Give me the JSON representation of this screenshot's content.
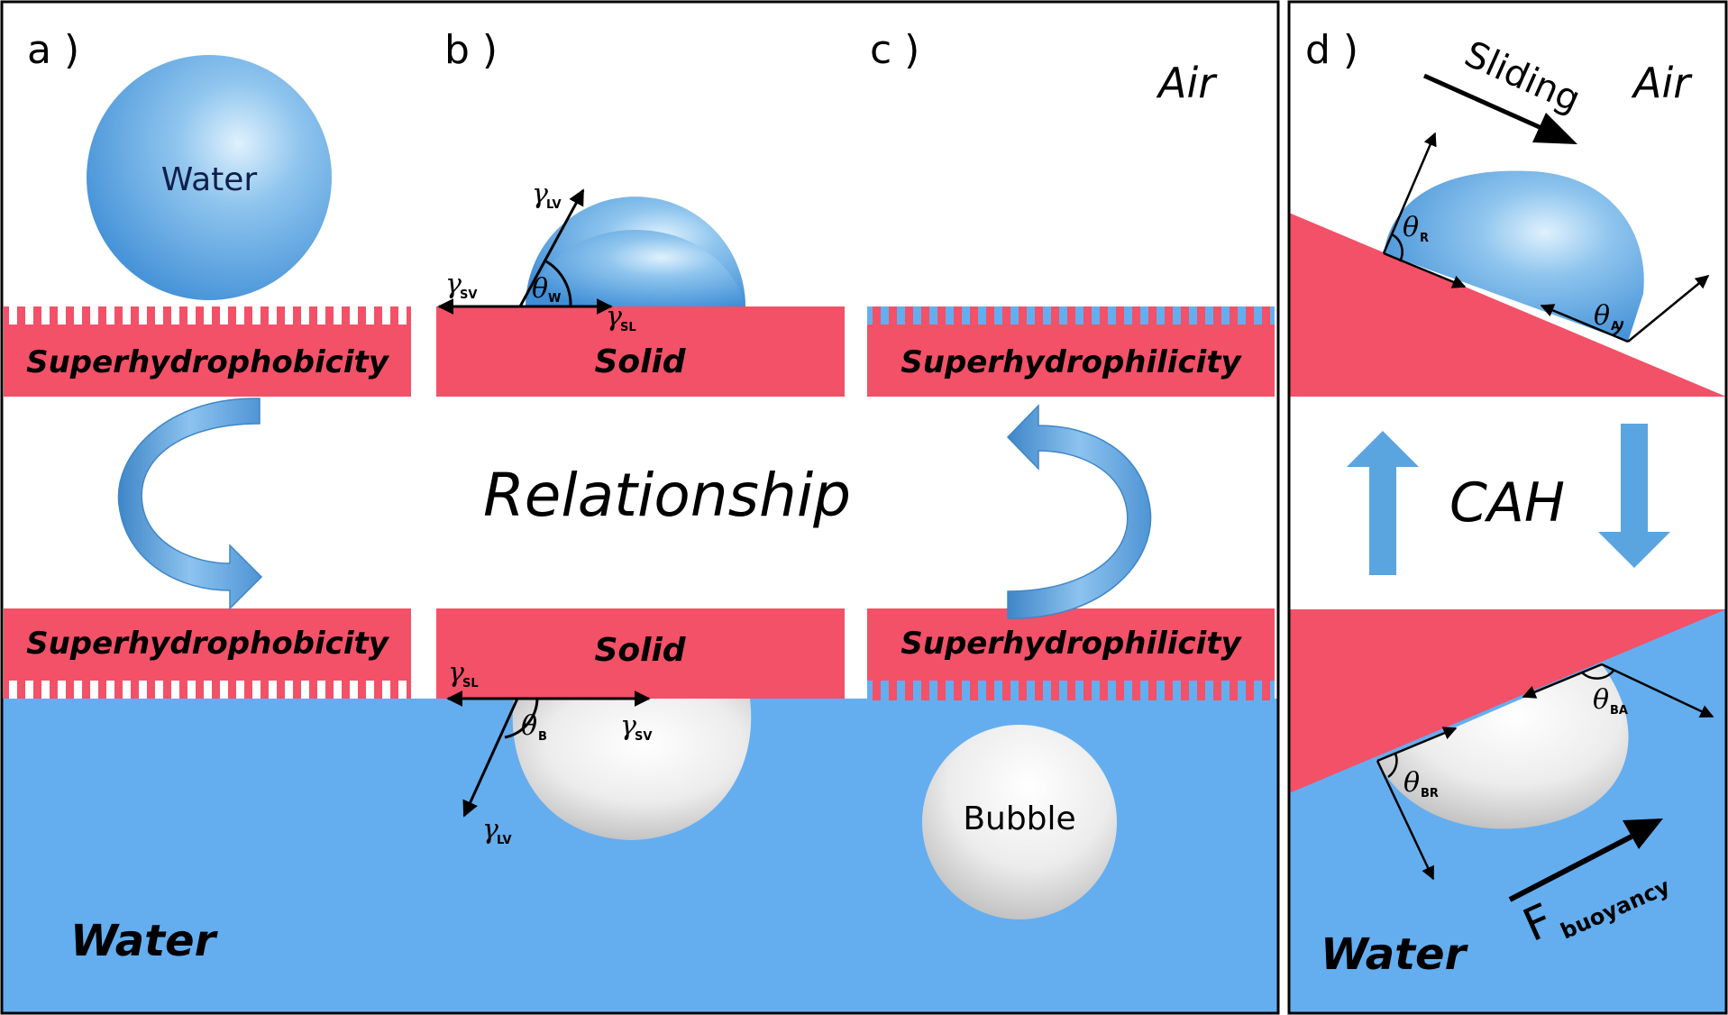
{
  "panels": {
    "a": {
      "label": "a )",
      "top_surface": "Superhydrophobicity",
      "bottom_surface": "Superhydrophobicity",
      "droplet": "Water"
    },
    "b": {
      "label": "b )",
      "top_surface": "Solid",
      "bottom_surface": "Solid",
      "top_symbols": {
        "g_lv": "γ",
        "g_lv_sub": "LV",
        "g_sv": "γ",
        "g_sv_sub": "SV",
        "g_sl": "γ",
        "g_sl_sub": "SL",
        "theta": "θ",
        "theta_sub": "W"
      },
      "bottom_symbols": {
        "g_sl": "γ",
        "g_sl_sub": "SL",
        "g_sv": "γ",
        "g_sv_sub": "SV",
        "g_lv": "γ",
        "g_lv_sub": "LV",
        "theta": "θ",
        "theta_sub": "B"
      }
    },
    "c": {
      "label": "c )",
      "medium_top": "Air",
      "top_surface": "Superhydrophilicity",
      "bottom_surface": "Superhydrophilicity",
      "bubble": "Bubble"
    },
    "d": {
      "label": "d )",
      "medium_top": "Air",
      "medium_bottom": "Water",
      "sliding": "Sliding",
      "center": "CAH",
      "force": "F",
      "force_sub": "buoyancy",
      "angles": {
        "r": "θ",
        "r_sub": "R",
        "a": "θ",
        "a_sub": "A",
        "br": "θ",
        "br_sub": "BR",
        "ba": "θ",
        "ba_sub": "BA"
      }
    }
  },
  "center_text": "Relationship",
  "medium_bottom_left": "Water",
  "colors": {
    "surface": "#f25168",
    "water": "#64aeef",
    "droplet": "#5fa8e6",
    "bubble": "#f2f2f2",
    "arrow_blue": "#5aa4e0"
  }
}
